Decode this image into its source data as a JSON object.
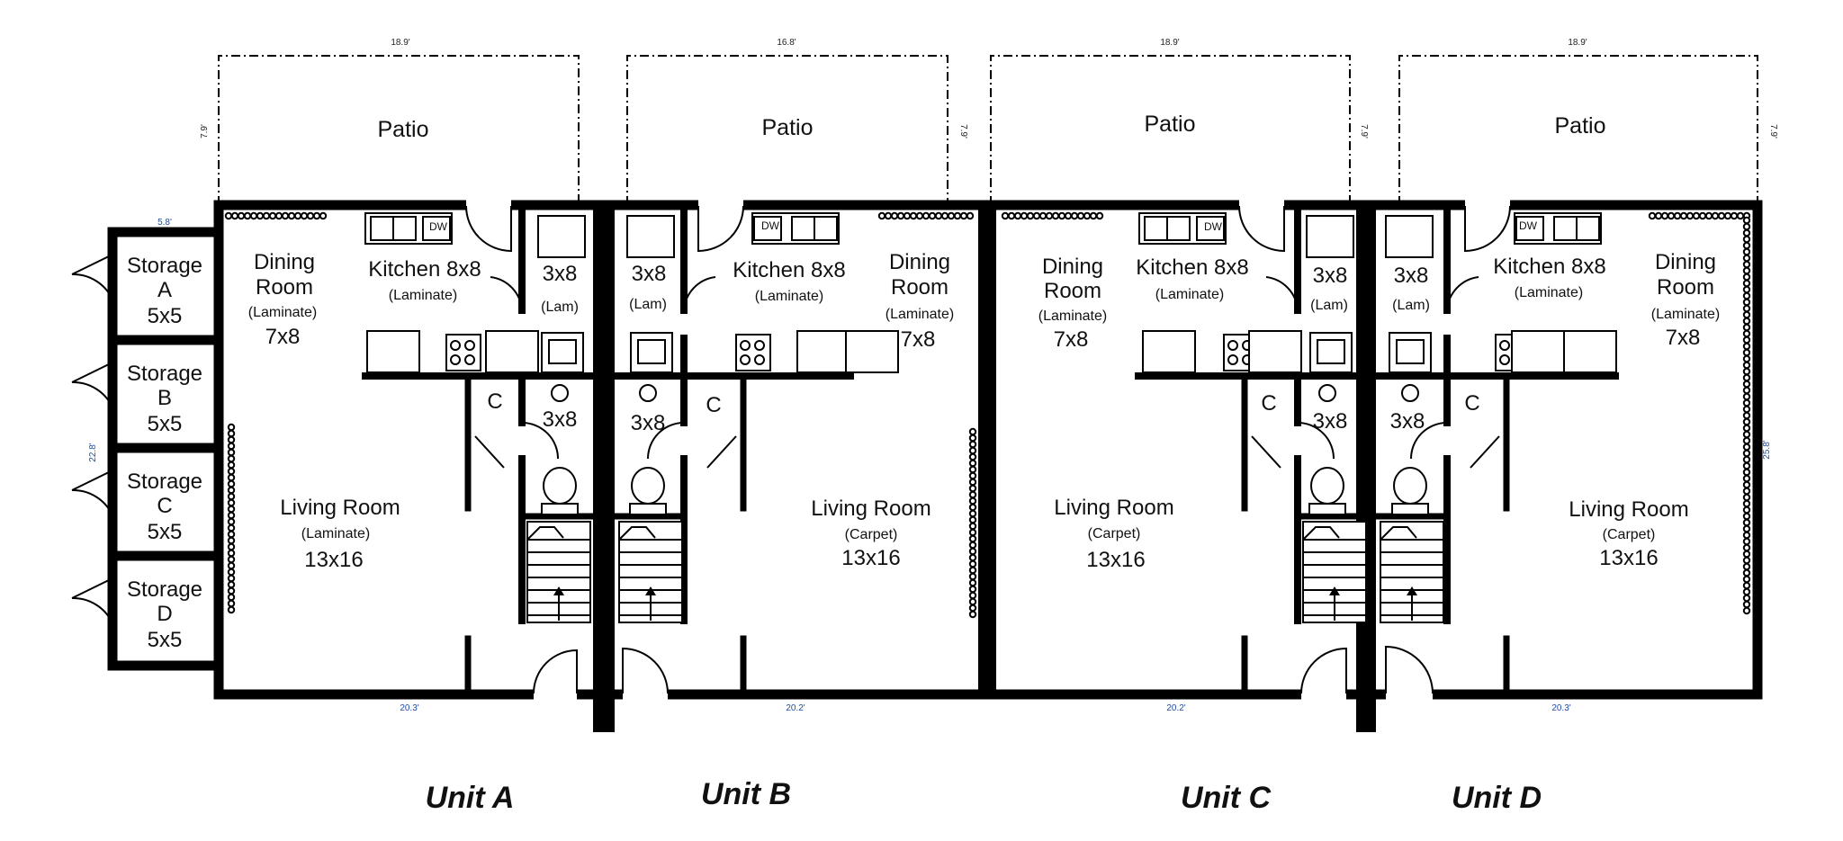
{
  "patio_label": "Patio",
  "patio_dims": {
    "a": "18.9'",
    "b": "16.8'",
    "c": "18.9'",
    "d": "18.9'",
    "depth": "7.9'"
  },
  "outer_dims": {
    "storage_width": "5.8'",
    "left_depth": "22.8'",
    "right_depth": "25.8'",
    "bottom_a": "20.3'",
    "bottom_b": "20.2'",
    "bottom_c": "20.2'",
    "bottom_d": "20.3'"
  },
  "storage": {
    "word": "Storage",
    "size": "5x5",
    "letters": [
      "A",
      "B",
      "C",
      "D"
    ]
  },
  "common": {
    "dining": "Dining",
    "room": "Room",
    "kitchen": "Kitchen 8x8",
    "laminate": "(Laminate)",
    "carpet": "(Carpet)",
    "lam": "(Lam)",
    "size_7x8": "7x8",
    "size_3x8": "3x8",
    "size_13x16": "13x16",
    "living": "Living Room",
    "closet": "C",
    "dw": "DW"
  },
  "units": [
    "Unit A",
    "Unit B",
    "Unit C",
    "Unit D"
  ]
}
